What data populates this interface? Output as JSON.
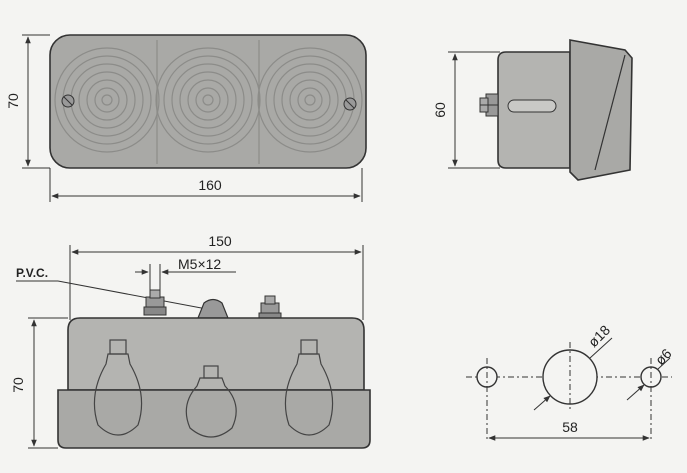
{
  "front_view": {
    "height_label": "70",
    "width_label": "160"
  },
  "side_view": {
    "height_label": "60"
  },
  "bottom_view": {
    "width_label": "150",
    "bolt_label": "M5×12",
    "material_label": "P.V.C.",
    "height_label": "70"
  },
  "mounting_holes": {
    "large_hole_label": "ø18",
    "small_hole_label": "ø6",
    "spacing_label": "58"
  },
  "colors": {
    "body": "#b4b4b1",
    "lens": "#a9a9a6",
    "line": "#333333",
    "paper": "#f4f4f2"
  }
}
